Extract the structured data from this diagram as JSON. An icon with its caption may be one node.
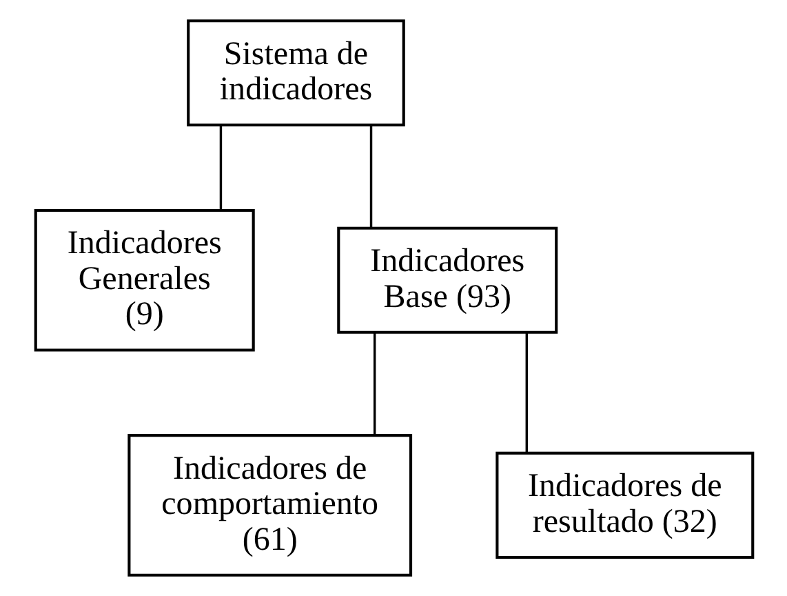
{
  "diagram": {
    "nodes": [
      {
        "text": [
          "Sistema de indicadores"
        ]
      },
      {
        "text": [
          "Indicadores Generales (9)"
        ]
      },
      {
        "text": [
          "Indicadores Base (93)"
        ]
      },
      {
        "text": [
          "Indicadores de comportamiento (61)"
        ]
      },
      {
        "text": [
          "Indicadores de resultado (32)"
        ]
      }
    ],
    "edges": [
      {
        "from": 0,
        "to": 1,
        "arrow": "none"
      },
      {
        "from": 0,
        "to": 2,
        "arrow": "none"
      },
      {
        "from": 2,
        "to": 3,
        "arrow": "none"
      },
      {
        "from": 2,
        "to": 4,
        "arrow": "none"
      }
    ]
  }
}
